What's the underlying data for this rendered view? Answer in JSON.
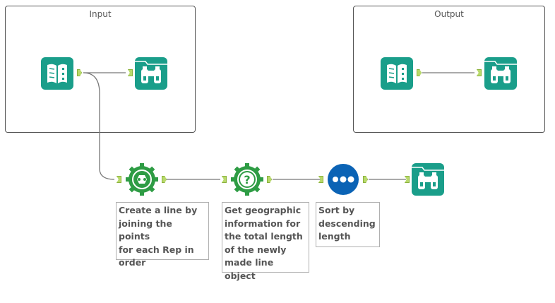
{
  "containers": {
    "input": {
      "title": "Input"
    },
    "output": {
      "title": "Output"
    }
  },
  "tools": [
    {
      "id": "input-data-1",
      "type": "Input Data",
      "icon": "book-icon"
    },
    {
      "id": "browse-1",
      "type": "Browse",
      "icon": "binoculars-icon"
    },
    {
      "id": "output-data-1",
      "type": "Output Data",
      "icon": "book-icon"
    },
    {
      "id": "browse-2",
      "type": "Browse",
      "icon": "binoculars-icon"
    },
    {
      "id": "poly-build-1",
      "type": "Poly-Build",
      "icon": "polybuild-gear-icon"
    },
    {
      "id": "spatial-info-1",
      "type": "Spatial Info",
      "icon": "question-gear-icon"
    },
    {
      "id": "sort-1",
      "type": "Sort",
      "icon": "dots-circle-icon"
    },
    {
      "id": "browse-3",
      "type": "Browse",
      "icon": "binoculars-icon"
    }
  ],
  "annotations": {
    "poly_build": "Create a line by\njoining the points\nfor each Rep in\norder",
    "spatial_info": "Get geographic\ninformation for\nthe total length\nof the newly\nmade line object",
    "sort": "Sort by\ndescending\nlength"
  },
  "colors": {
    "teal": "#1a9e8a",
    "green": "#2e9c44",
    "blue": "#0b63b5",
    "anchor": "#b8d96b",
    "wire": "#777777"
  }
}
